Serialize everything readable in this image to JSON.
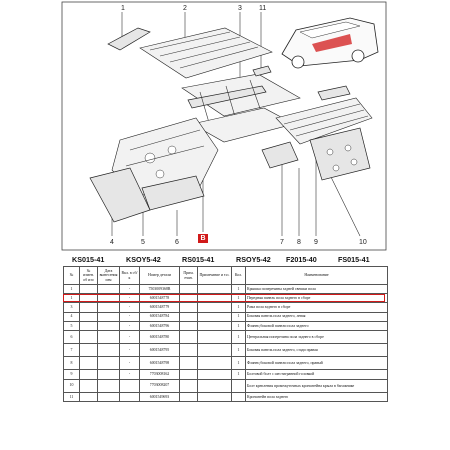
{
  "callouts": [
    "1",
    "2",
    "3",
    "4",
    "5",
    "6",
    "7",
    "8",
    "9",
    "10",
    "11"
  ],
  "badge": "B",
  "applicability_codes": [
    "KS015-41",
    "KSOY5-42",
    "RS015-41",
    "RSOY5-42",
    "F2015-40",
    "FS015-41"
  ],
  "table": {
    "headers": {
      "num": "№",
      "changed": "№ измен. об изо",
      "date": "Дата вынесения изм",
      "applicability": "Вкл. в сб/к",
      "part_number": "Номер детали",
      "note": "Прим. ечан.",
      "remark": "Примечание и т.п.",
      "qty": "Кол.",
      "name": "Наименование"
    },
    "rows": [
      {
        "n": "1",
        "a": "-",
        "pn": "7503009368R",
        "q": "1",
        "name": "Крышка поперечины задней свешки пола"
      },
      {
        "n": "1",
        "a": "-",
        "pn": "6001548778",
        "q": "1",
        "name": "Передняя панель пола заднего в сборе"
      },
      {
        "n": "3",
        "a": "-",
        "pn": "6001548779",
        "q": "1",
        "name": "Рама пола заднего в сборе"
      },
      {
        "n": "4",
        "a": "-",
        "pn": "6001548784",
        "q": "1",
        "name": "Боковая панель пола заднего, левая"
      },
      {
        "n": "5",
        "a": "-",
        "pn": "6001548796",
        "q": "1",
        "name": "Фланец боковой панели пола заднего"
      },
      {
        "n": "6",
        "a": "-",
        "pn": "6001548780",
        "q": "1",
        "name": "Центральная поперечина пола заднего в сборе"
      },
      {
        "n": "7",
        "a": "-",
        "pn": "6001548795",
        "q": "1",
        "name": "Боковая панель пола заднего, сзади правая"
      },
      {
        "n": "8",
        "a": "-",
        "pn": "6001548798",
        "q": "1",
        "name": "Фланец боковой панели пола заднего, правый"
      },
      {
        "n": "9",
        "a": "-",
        "pn": "7703008162",
        "q": "1",
        "name": "Болтовой болт с шестигранной головкой"
      },
      {
        "n": "10",
        "a": "",
        "pn": "7703008207",
        "q": "",
        "name": "Болт крепления промежуточных кронштейна крыла в багажнике"
      },
      {
        "n": "11",
        "a": "",
        "pn": "6001549693",
        "q": "",
        "name": "Кронштейн пола заднего"
      }
    ]
  },
  "highlight_color": "#d11a1a"
}
